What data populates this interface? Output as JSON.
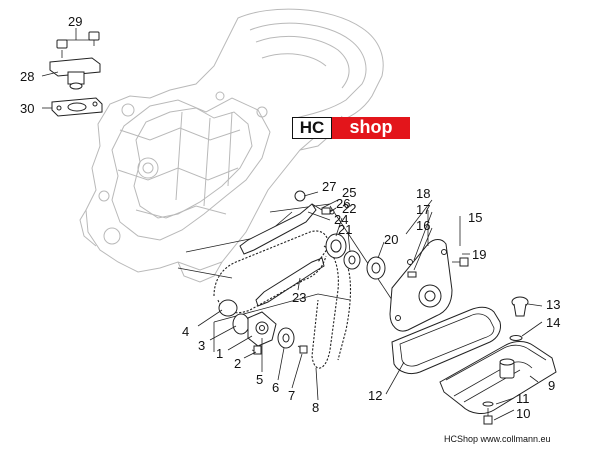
{
  "logo": {
    "hc": "HC",
    "shop": "shop",
    "color": "#e3151b"
  },
  "credit": "HCShop www.collmann.eu",
  "labels": {
    "n1": "1",
    "n2": "2",
    "n3": "3",
    "n4": "4",
    "n5": "5",
    "n6": "6",
    "n7": "7",
    "n8": "8",
    "n9": "9",
    "n10": "10",
    "n11": "11",
    "n12": "12",
    "n13": "13",
    "n14": "14",
    "n15": "15",
    "n16": "16",
    "n17": "17",
    "n18": "18",
    "n19": "19",
    "n20": "20",
    "n21": "21",
    "n22": "22",
    "n23": "23",
    "n24": "24",
    "n25": "25",
    "n26": "26",
    "n27": "27",
    "n28": "28",
    "n29": "29",
    "n30": "30"
  }
}
